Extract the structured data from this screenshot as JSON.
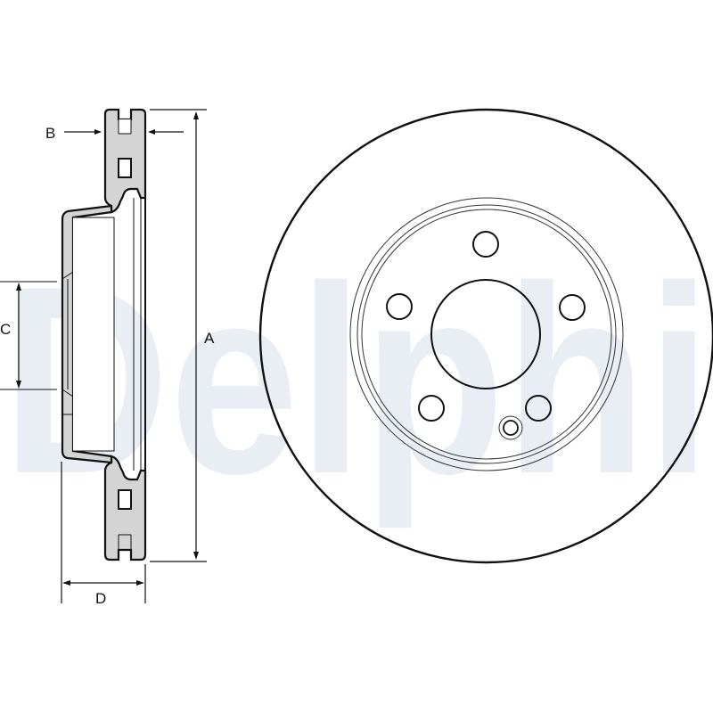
{
  "diagram": {
    "subject": "Brake disc technical drawing",
    "watermark": {
      "text": "Delphi",
      "color": "#e9edf4"
    },
    "dimensions": {
      "A": {
        "label": "A",
        "meaning": "outer diameter"
      },
      "B": {
        "label": "B",
        "meaning": "disc thickness"
      },
      "C": {
        "label": "C",
        "meaning": "center bore diameter"
      },
      "D": {
        "label": "D",
        "meaning": "overall height"
      }
    },
    "front_view": {
      "bolt_holes": 5,
      "has_locating_hole": true,
      "rings": 3
    },
    "colors": {
      "line": "#111111",
      "section_fill": "#d4d4d4",
      "thin_line": "#333333"
    }
  }
}
